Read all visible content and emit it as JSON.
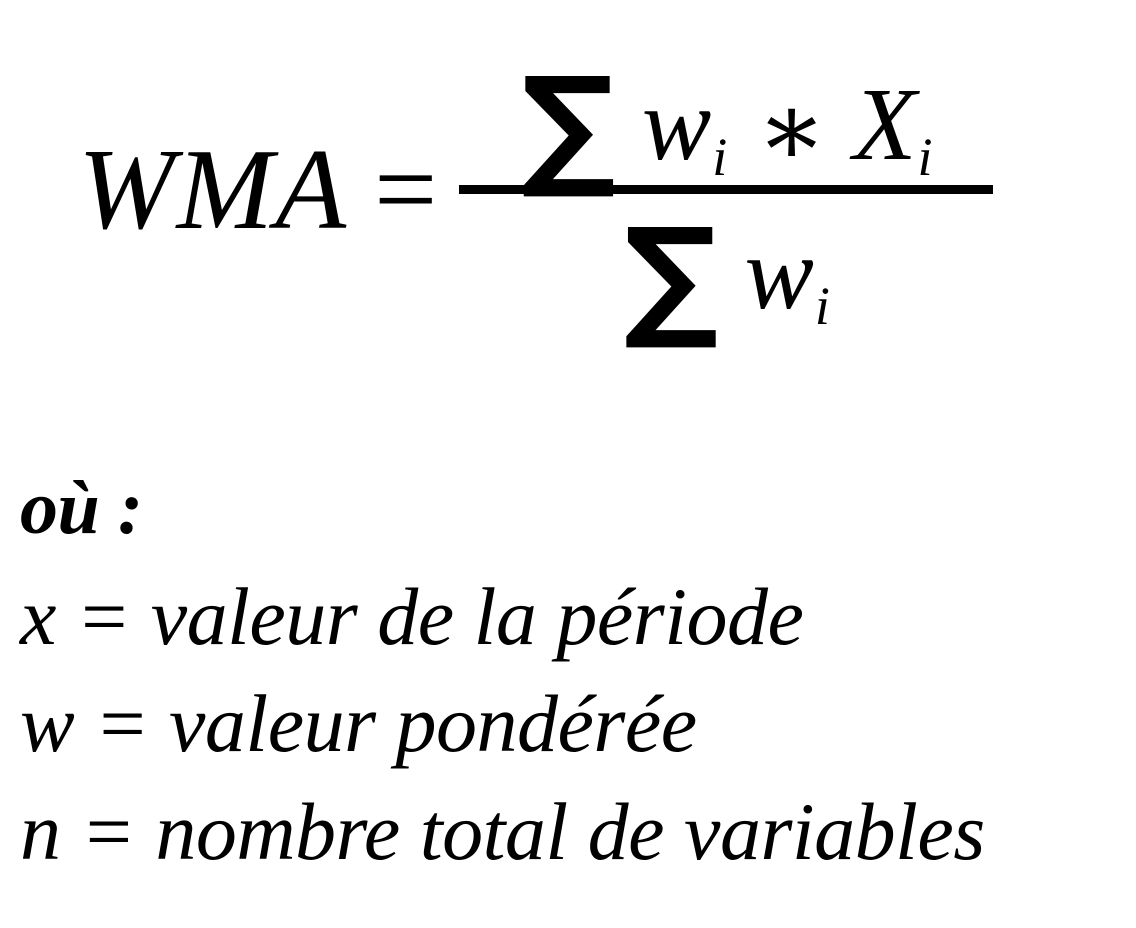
{
  "background_color": "#ffffff",
  "text_color": "#000000",
  "formula": {
    "name": "WMA",
    "lhs_label": "WMA",
    "equals_sign": "=",
    "numerator": {
      "sigma_symbol": "∑",
      "term1_base": "w",
      "term1_sub": "i",
      "operator": "∗",
      "term2_base": "X",
      "term2_sub": "i",
      "plain_text": "∑ wᵢ ∗ Xᵢ"
    },
    "denominator": {
      "sigma_symbol": "∑",
      "term_base": "w",
      "term_sub": "i",
      "plain_text": "∑ wᵢ"
    },
    "plain_text": "WMA = (∑ wᵢ ∗ Xᵢ) / (∑ wᵢ)"
  },
  "legend": {
    "heading": "où :",
    "entries": [
      {
        "line": "x = valeur de la période",
        "symbol": "x",
        "definition": "valeur de la période"
      },
      {
        "line": "w = valeur pondérée",
        "symbol": "w",
        "definition": "valeur pondérée"
      },
      {
        "line": "n = nombre total de variables",
        "symbol": "n",
        "definition": "nombre total de variables"
      }
    ]
  }
}
